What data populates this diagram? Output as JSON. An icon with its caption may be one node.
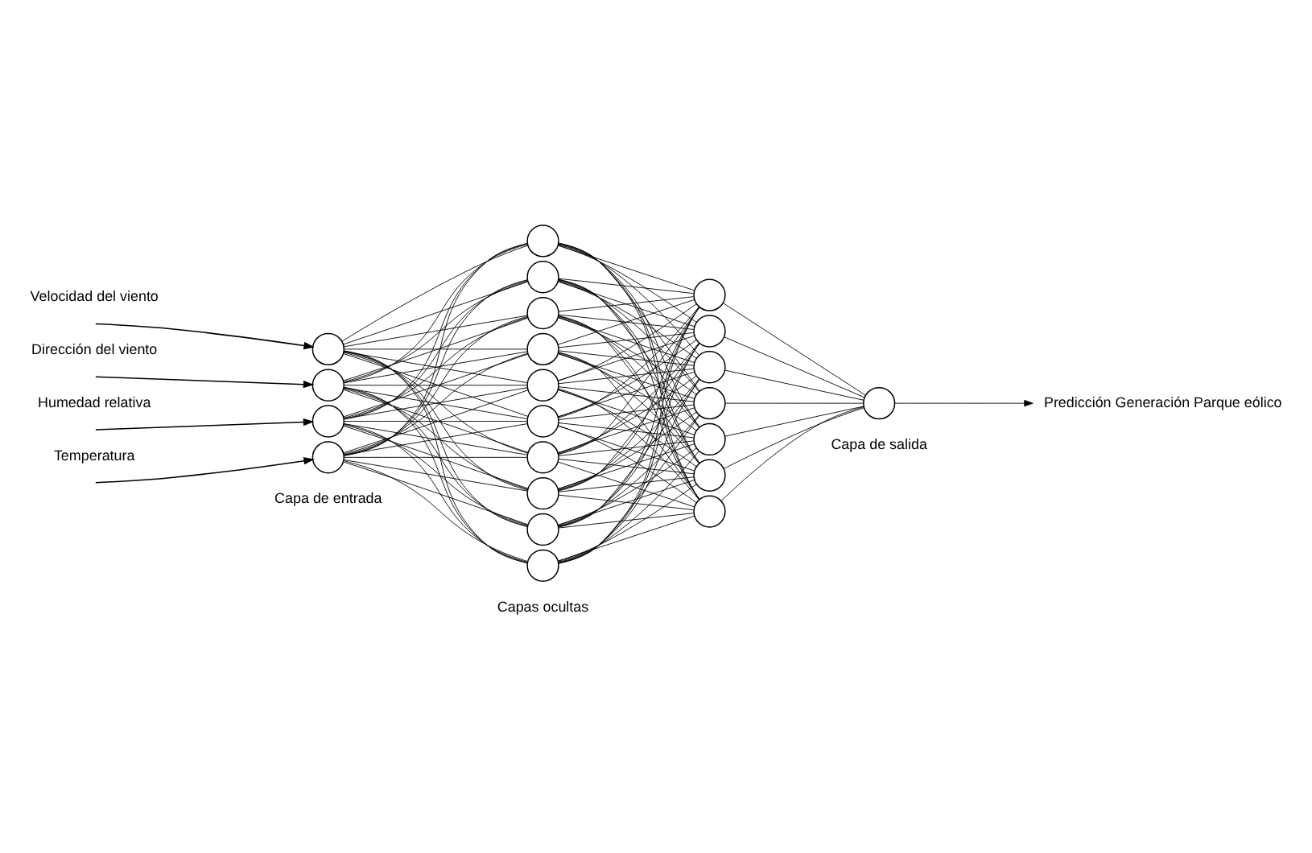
{
  "diagram": {
    "nodes": [
      {
        "text": [],
        "shape": "circle"
      },
      {
        "text": [],
        "shape": "circle"
      },
      {
        "text": [],
        "shape": "circle"
      },
      {
        "text": [],
        "shape": "circle"
      },
      {
        "text": [],
        "shape": "circle"
      },
      {
        "text": [],
        "shape": "circle"
      },
      {
        "text": [],
        "shape": "circle"
      },
      {
        "text": [],
        "shape": "circle"
      },
      {
        "text": [],
        "shape": "circle"
      },
      {
        "text": [],
        "shape": "circle"
      },
      {
        "text": [],
        "shape": "circle"
      },
      {
        "text": [],
        "shape": "circle"
      },
      {
        "text": [],
        "shape": "circle"
      },
      {
        "text": [],
        "shape": "circle"
      },
      {
        "text": [],
        "shape": "circle"
      },
      {
        "text": [],
        "shape": "circle"
      },
      {
        "text": [],
        "shape": "circle"
      },
      {
        "text": [],
        "shape": "circle"
      },
      {
        "text": [],
        "shape": "circle"
      },
      {
        "text": [],
        "shape": "circle"
      },
      {
        "text": [],
        "shape": "circle"
      },
      {
        "text": [],
        "shape": "circle"
      },
      {
        "text": [
          "Predicción Generación Parque eólico"
        ]
      }
    ],
    "edges": [
      {
        "from": null,
        "to": 0,
        "arrow": "to"
      },
      {
        "from": null,
        "to": 1,
        "arrow": "to"
      },
      {
        "from": null,
        "to": 2,
        "arrow": "to"
      },
      {
        "from": null,
        "to": 3,
        "arrow": "to"
      },
      {
        "from": 0,
        "to": 4,
        "arrow": "none"
      },
      {
        "from": 0,
        "to": 5,
        "arrow": "none"
      },
      {
        "from": 0,
        "to": 6,
        "arrow": "none"
      },
      {
        "from": 0,
        "to": 7,
        "arrow": "none"
      },
      {
        "from": 0,
        "to": 8,
        "arrow": "none"
      },
      {
        "from": 0,
        "to": 9,
        "arrow": "none"
      },
      {
        "from": 0,
        "to": 10,
        "arrow": "none"
      },
      {
        "from": 0,
        "to": 11,
        "arrow": "none"
      },
      {
        "from": 0,
        "to": 12,
        "arrow": "none"
      },
      {
        "from": 0,
        "to": 13,
        "arrow": "none"
      },
      {
        "from": 1,
        "to": 4,
        "arrow": "none"
      },
      {
        "from": 1,
        "to": 5,
        "arrow": "none"
      },
      {
        "from": 1,
        "to": 6,
        "arrow": "none"
      },
      {
        "from": 1,
        "to": 7,
        "arrow": "none"
      },
      {
        "from": 1,
        "to": 8,
        "arrow": "none"
      },
      {
        "from": 1,
        "to": 9,
        "arrow": "none"
      },
      {
        "from": 1,
        "to": 10,
        "arrow": "none"
      },
      {
        "from": 1,
        "to": 11,
        "arrow": "none"
      },
      {
        "from": 1,
        "to": 12,
        "arrow": "none"
      },
      {
        "from": 1,
        "to": 13,
        "arrow": "none"
      },
      {
        "from": 2,
        "to": 4,
        "arrow": "none"
      },
      {
        "from": 2,
        "to": 5,
        "arrow": "none"
      },
      {
        "from": 2,
        "to": 6,
        "arrow": "none"
      },
      {
        "from": 2,
        "to": 7,
        "arrow": "none"
      },
      {
        "from": 2,
        "to": 8,
        "arrow": "none"
      },
      {
        "from": 2,
        "to": 9,
        "arrow": "none"
      },
      {
        "from": 2,
        "to": 10,
        "arrow": "none"
      },
      {
        "from": 2,
        "to": 11,
        "arrow": "none"
      },
      {
        "from": 2,
        "to": 12,
        "arrow": "none"
      },
      {
        "from": 2,
        "to": 13,
        "arrow": "none"
      },
      {
        "from": 3,
        "to": 4,
        "arrow": "none"
      },
      {
        "from": 3,
        "to": 5,
        "arrow": "none"
      },
      {
        "from": 3,
        "to": 6,
        "arrow": "none"
      },
      {
        "from": 3,
        "to": 7,
        "arrow": "none"
      },
      {
        "from": 3,
        "to": 8,
        "arrow": "none"
      },
      {
        "from": 3,
        "to": 9,
        "arrow": "none"
      },
      {
        "from": 3,
        "to": 10,
        "arrow": "none"
      },
      {
        "from": 3,
        "to": 11,
        "arrow": "none"
      },
      {
        "from": 3,
        "to": 12,
        "arrow": "none"
      },
      {
        "from": 3,
        "to": 13,
        "arrow": "none"
      },
      {
        "from": 4,
        "to": 14,
        "arrow": "none"
      },
      {
        "from": 4,
        "to": 15,
        "arrow": "none"
      },
      {
        "from": 4,
        "to": 16,
        "arrow": "none"
      },
      {
        "from": 4,
        "to": 17,
        "arrow": "none"
      },
      {
        "from": 4,
        "to": 18,
        "arrow": "none"
      },
      {
        "from": 4,
        "to": 19,
        "arrow": "none"
      },
      {
        "from": 4,
        "to": 20,
        "arrow": "none"
      },
      {
        "from": 5,
        "to": 14,
        "arrow": "none"
      },
      {
        "from": 5,
        "to": 15,
        "arrow": "none"
      },
      {
        "from": 5,
        "to": 16,
        "arrow": "none"
      },
      {
        "from": 5,
        "to": 17,
        "arrow": "none"
      },
      {
        "from": 5,
        "to": 18,
        "arrow": "none"
      },
      {
        "from": 5,
        "to": 19,
        "arrow": "none"
      },
      {
        "from": 5,
        "to": 20,
        "arrow": "none"
      },
      {
        "from": 6,
        "to": 14,
        "arrow": "none"
      },
      {
        "from": 6,
        "to": 15,
        "arrow": "none"
      },
      {
        "from": 6,
        "to": 16,
        "arrow": "none"
      },
      {
        "from": 6,
        "to": 17,
        "arrow": "none"
      },
      {
        "from": 6,
        "to": 18,
        "arrow": "none"
      },
      {
        "from": 6,
        "to": 19,
        "arrow": "none"
      },
      {
        "from": 6,
        "to": 20,
        "arrow": "none"
      },
      {
        "from": 7,
        "to": 14,
        "arrow": "none"
      },
      {
        "from": 7,
        "to": 15,
        "arrow": "none"
      },
      {
        "from": 7,
        "to": 16,
        "arrow": "none"
      },
      {
        "from": 7,
        "to": 17,
        "arrow": "none"
      },
      {
        "from": 7,
        "to": 18,
        "arrow": "none"
      },
      {
        "from": 7,
        "to": 19,
        "arrow": "none"
      },
      {
        "from": 7,
        "to": 20,
        "arrow": "none"
      },
      {
        "from": 8,
        "to": 14,
        "arrow": "none"
      },
      {
        "from": 8,
        "to": 15,
        "arrow": "none"
      },
      {
        "from": 8,
        "to": 16,
        "arrow": "none"
      },
      {
        "from": 8,
        "to": 17,
        "arrow": "none"
      },
      {
        "from": 8,
        "to": 18,
        "arrow": "none"
      },
      {
        "from": 8,
        "to": 19,
        "arrow": "none"
      },
      {
        "from": 8,
        "to": 20,
        "arrow": "none"
      },
      {
        "from": 9,
        "to": 14,
        "arrow": "none"
      },
      {
        "from": 9,
        "to": 15,
        "arrow": "none"
      },
      {
        "from": 9,
        "to": 16,
        "arrow": "none"
      },
      {
        "from": 9,
        "to": 17,
        "arrow": "none"
      },
      {
        "from": 9,
        "to": 18,
        "arrow": "none"
      },
      {
        "from": 9,
        "to": 19,
        "arrow": "none"
      },
      {
        "from": 9,
        "to": 20,
        "arrow": "none"
      },
      {
        "from": 10,
        "to": 14,
        "arrow": "none"
      },
      {
        "from": 10,
        "to": 15,
        "arrow": "none"
      },
      {
        "from": 10,
        "to": 16,
        "arrow": "none"
      },
      {
        "from": 10,
        "to": 17,
        "arrow": "none"
      },
      {
        "from": 10,
        "to": 18,
        "arrow": "none"
      },
      {
        "from": 10,
        "to": 19,
        "arrow": "none"
      },
      {
        "from": 10,
        "to": 20,
        "arrow": "none"
      },
      {
        "from": 11,
        "to": 14,
        "arrow": "none"
      },
      {
        "from": 11,
        "to": 15,
        "arrow": "none"
      },
      {
        "from": 11,
        "to": 16,
        "arrow": "none"
      },
      {
        "from": 11,
        "to": 17,
        "arrow": "none"
      },
      {
        "from": 11,
        "to": 18,
        "arrow": "none"
      },
      {
        "from": 11,
        "to": 19,
        "arrow": "none"
      },
      {
        "from": 11,
        "to": 20,
        "arrow": "none"
      },
      {
        "from": 12,
        "to": 14,
        "arrow": "none"
      },
      {
        "from": 12,
        "to": 15,
        "arrow": "none"
      },
      {
        "from": 12,
        "to": 16,
        "arrow": "none"
      },
      {
        "from": 12,
        "to": 17,
        "arrow": "none"
      },
      {
        "from": 12,
        "to": 18,
        "arrow": "none"
      },
      {
        "from": 12,
        "to": 19,
        "arrow": "none"
      },
      {
        "from": 12,
        "to": 20,
        "arrow": "none"
      },
      {
        "from": 13,
        "to": 14,
        "arrow": "none"
      },
      {
        "from": 13,
        "to": 15,
        "arrow": "none"
      },
      {
        "from": 13,
        "to": 16,
        "arrow": "none"
      },
      {
        "from": 13,
        "to": 17,
        "arrow": "none"
      },
      {
        "from": 13,
        "to": 18,
        "arrow": "none"
      },
      {
        "from": 13,
        "to": 19,
        "arrow": "none"
      },
      {
        "from": 13,
        "to": 20,
        "arrow": "none"
      },
      {
        "from": 14,
        "to": 21,
        "arrow": "none"
      },
      {
        "from": 15,
        "to": 21,
        "arrow": "none"
      },
      {
        "from": 16,
        "to": 21,
        "arrow": "none"
      },
      {
        "from": 17,
        "to": 21,
        "arrow": "none"
      },
      {
        "from": 18,
        "to": 21,
        "arrow": "none"
      },
      {
        "from": 19,
        "to": 21,
        "arrow": "none"
      },
      {
        "from": 20,
        "to": 21,
        "arrow": "none"
      },
      {
        "from": 21,
        "to": 22,
        "arrow": "to"
      }
    ],
    "labels": [
      "Capa de entrada",
      "Capas ocultas",
      "Capa de salida",
      "Velocidad del viento",
      "Dirección del viento",
      "Humedad relativa",
      "Temperatura"
    ]
  }
}
